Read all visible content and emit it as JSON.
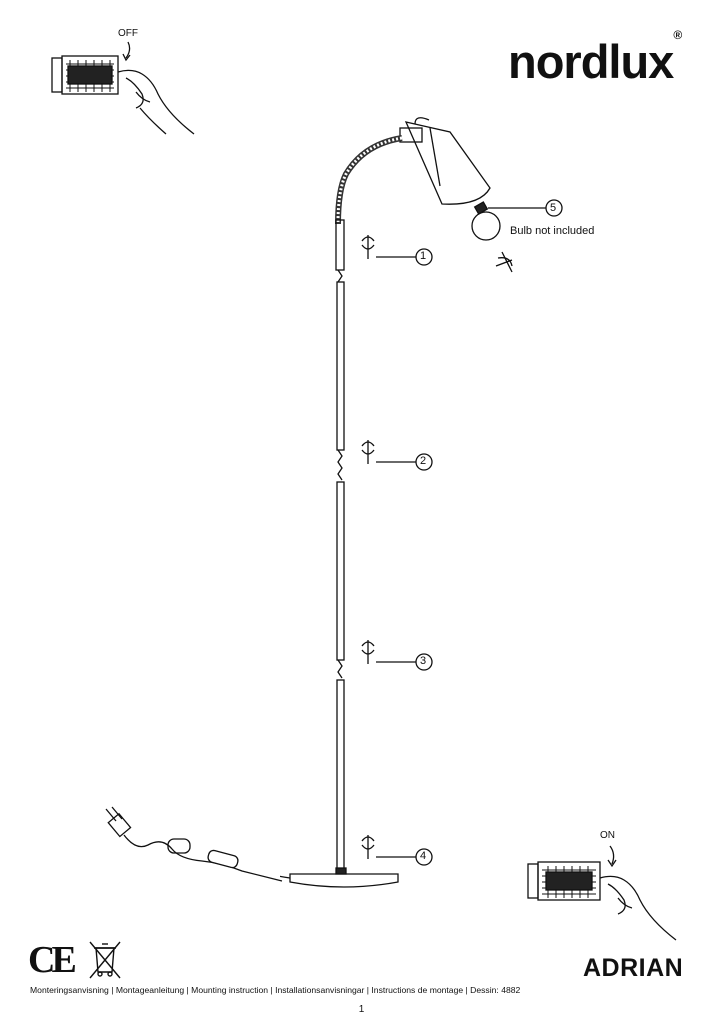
{
  "brand": {
    "name": "nordlux",
    "registered": "®"
  },
  "switch_off": {
    "label": "OFF"
  },
  "switch_on": {
    "label": "ON"
  },
  "bulb": {
    "note": "Bulb not included"
  },
  "callouts": [
    {
      "number": "1"
    },
    {
      "number": "2"
    },
    {
      "number": "3"
    },
    {
      "number": "4"
    },
    {
      "number": "5"
    }
  ],
  "certification": {
    "ce": "CE"
  },
  "product": {
    "name": "ADRIAN"
  },
  "footer": {
    "text": "Monteringsanvisning | Montageanleitung | Mounting instruction | Installationsanvisningar | Instructions de montage | Dessin: 4882"
  },
  "page": {
    "number": "1"
  },
  "icons": [
    "switch-off-hand-icon",
    "switch-on-hand-icon",
    "lamp-drawing",
    "bulb-icon",
    "rotate-arrow-icon",
    "screw-icon",
    "plug-icon",
    "weee-bin-icon"
  ]
}
